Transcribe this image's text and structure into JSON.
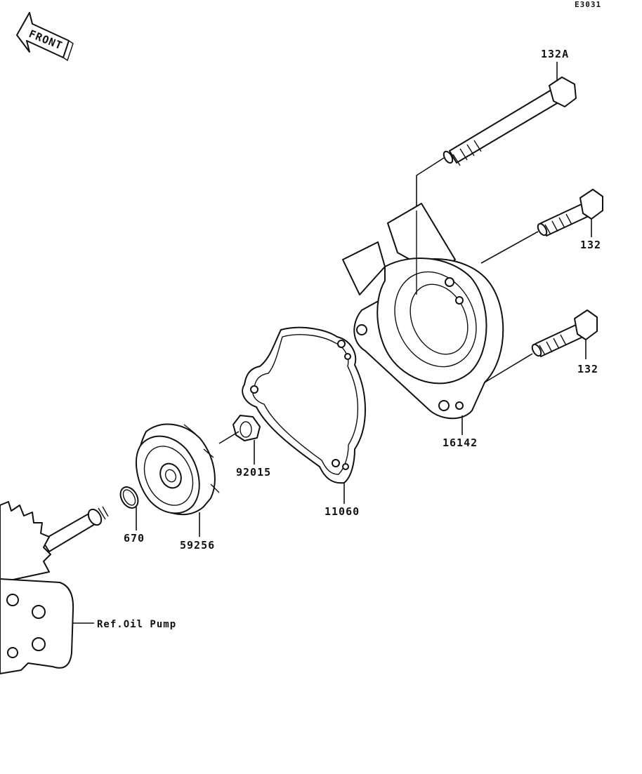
{
  "diagram": {
    "code": "E3031",
    "front_arrow_label": "FRONT",
    "parts": [
      {
        "id": "132a",
        "label": "132A"
      },
      {
        "id": "132-upper",
        "label": "132"
      },
      {
        "id": "132-lower",
        "label": "132"
      },
      {
        "id": "16142",
        "label": "16142"
      },
      {
        "id": "11060",
        "label": "11060"
      },
      {
        "id": "92015",
        "label": "92015"
      },
      {
        "id": "59256",
        "label": "59256"
      },
      {
        "id": "670",
        "label": "670"
      }
    ],
    "reference_label": "Ref.Oil Pump"
  }
}
